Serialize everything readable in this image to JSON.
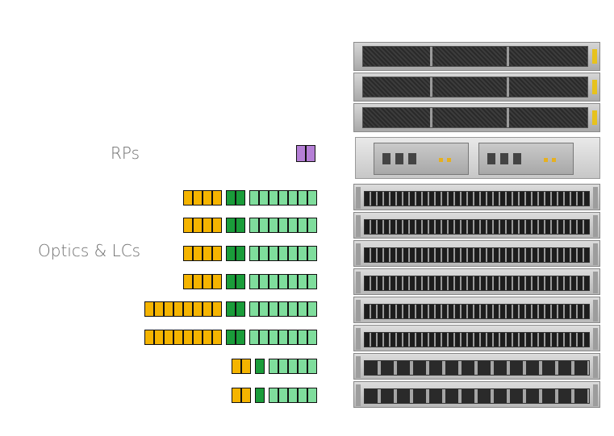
{
  "labels": {
    "rps": "RPs",
    "optics": "Optics & LCs"
  },
  "colors": {
    "optics": "#f5b400",
    "lc": "#1a9c3a",
    "fabric": "#7fdd9c",
    "rp": "#b57fd6"
  },
  "rp_block": {
    "count": 2,
    "color": "rp"
  },
  "lc_rows": [
    {
      "optics": 4,
      "lc": 2,
      "fabric": 7
    },
    {
      "optics": 4,
      "lc": 2,
      "fabric": 7
    },
    {
      "optics": 4,
      "lc": 2,
      "fabric": 7
    },
    {
      "optics": 4,
      "lc": 2,
      "fabric": 7
    },
    {
      "optics": 8,
      "lc": 2,
      "fabric": 7
    },
    {
      "optics": 8,
      "lc": 2,
      "fabric": 7
    },
    {
      "optics": 2,
      "lc": 1,
      "fabric": 5
    },
    {
      "optics": 2,
      "lc": 1,
      "fabric": 5
    }
  ],
  "chassis": {
    "fan_trays": 3,
    "route_processors": 2,
    "line_cards": 8,
    "dense_line_cards": 6
  }
}
